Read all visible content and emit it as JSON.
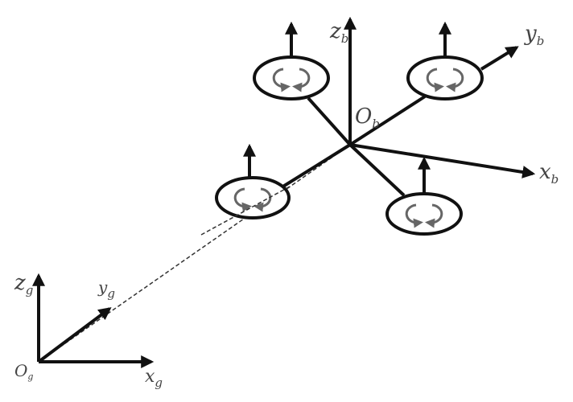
{
  "body_frame": {
    "origin": {
      "main": "O",
      "sub": "b"
    },
    "x_axis": {
      "main": "x",
      "sub": "b"
    },
    "y_axis": {
      "main": "y",
      "sub": "b"
    },
    "z_axis": {
      "main": "z",
      "sub": "b"
    }
  },
  "ground_frame": {
    "origin": {
      "main": "O",
      "sub": "g"
    },
    "x_axis": {
      "main": "x",
      "sub": "g"
    },
    "y_axis": {
      "main": "y",
      "sub": "g"
    },
    "z_axis": {
      "main": "z",
      "sub": "g"
    }
  },
  "colors": {
    "line": "#111111",
    "label": "#444444",
    "spin": "#666666"
  }
}
